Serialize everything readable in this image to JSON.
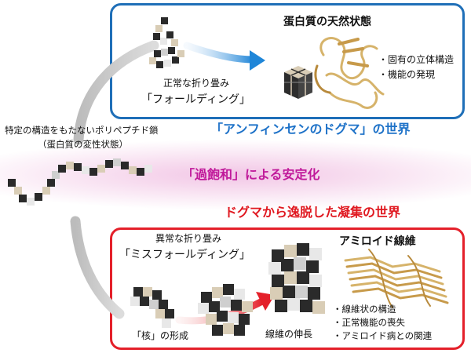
{
  "top_box": {
    "title": "蛋白質の天然状態",
    "folding_label": "正常な折り畳み",
    "folding_term": "「フォールディング」",
    "bullets": [
      "・固有の立体構造",
      "・機能の発現"
    ]
  },
  "anfinsen": {
    "text": "「アンフィンセンのドグマ」の世界"
  },
  "unfolded": {
    "line1": "特定の構造をもたないポリペプチド鎖",
    "line2": "（蛋白質の変性状態）"
  },
  "band": {
    "text": "「過飽和」による安定化"
  },
  "dogma_escape": {
    "text": "ドグマから逸脱した凝集の世界"
  },
  "bottom_box": {
    "misfolding_label": "異常な折り畳み",
    "misfolding_term": "「ミスフォールディング」",
    "nucleus_label": "「核」の形成",
    "elongation_label": "線維の伸長",
    "amyloid_title": "アミロイド線維",
    "bullets": [
      "・線維状の構造",
      "・正常機能の喪失",
      "・アミロイド病との関連"
    ]
  },
  "colors": {
    "blue_frame": "#1f6fb8",
    "red_frame": "#e4202a",
    "anfinsen_text": "#1e72c8",
    "band_text": "#c0199a",
    "escape_text": "#e01820"
  }
}
